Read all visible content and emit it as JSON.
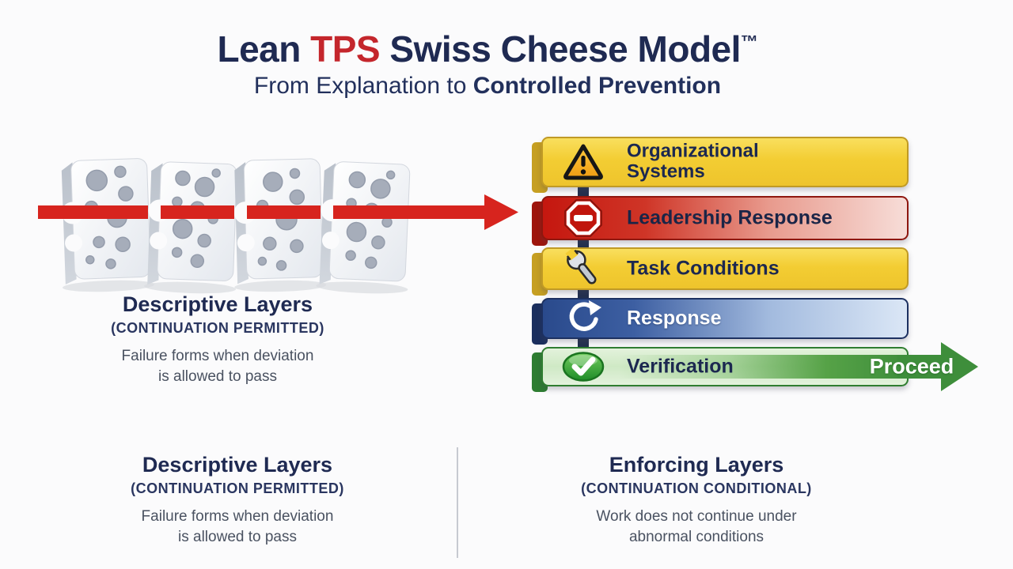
{
  "header": {
    "title_part1": "Lean ",
    "title_tps": "TPS",
    "title_part2": " Swiss Cheese Model",
    "title_tm": "™",
    "subtitle_prefix": "From Explanation to ",
    "subtitle_bold": "Controlled Prevention"
  },
  "descriptive_diagram": {
    "slice_count": 4,
    "arrow_meaning": "deviation passes through descriptive layers",
    "caption_title": "Descriptive Layers",
    "caption_subtitle": "(CONTINUATION PERMITTED)",
    "caption_line1": "Failure forms when deviation",
    "caption_line2": "is allowed to pass"
  },
  "enforcing_layers": [
    {
      "label_line1": "Organizational",
      "label_line2": "Systems",
      "icon": "warning-triangle-icon",
      "color": "#f3cd33"
    },
    {
      "label": "Leadership Response",
      "icon": "stop-sign-icon",
      "color": "#c5170f"
    },
    {
      "label": "Task Conditions",
      "icon": "wrench-icon",
      "color": "#f3cd33"
    },
    {
      "label": "Response",
      "icon": "refresh-arrow-icon",
      "color": "#2a4a8c"
    },
    {
      "label": "Verification",
      "icon": "check-badge-icon",
      "color": "#3e8e3b",
      "action_label": "Proceed"
    }
  ],
  "footer": {
    "left": {
      "title": "Descriptive Layers",
      "subtitle": "(CONTINUATION PERMITTED)",
      "line1": "Failure forms when deviation",
      "line2": "is allowed to pass"
    },
    "right": {
      "title": "Enforcing Layers",
      "subtitle": "(CONTINUATION CONDITIONAL)",
      "line1": "Work does not continue under",
      "line2": "abnormal conditions"
    }
  },
  "colors": {
    "navy_text": "#1f2a52",
    "accent_red": "#c4262c",
    "bar_yellow": "#f3cd33",
    "bar_red": "#c5170f",
    "bar_blue": "#2a4a8c",
    "bar_green": "#3e8e3b",
    "proceed_green": "#3e8e3b",
    "background": "#fbfbfc"
  }
}
